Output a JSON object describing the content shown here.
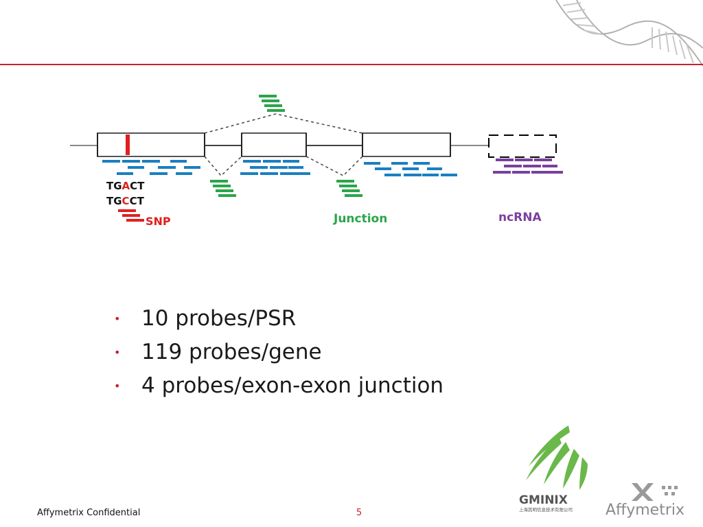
{
  "diagram": {
    "snp": {
      "seq1": {
        "pre": "TG",
        "base": "A",
        "post": "CT"
      },
      "seq2": {
        "pre": "TG",
        "base": "C",
        "post": "CT"
      },
      "label": "SNP"
    },
    "junction_label": "Junction",
    "ncrna_label": "ncRNA"
  },
  "bullets": [
    "10 probes/PSR",
    "119 probes/gene",
    "4 probes/exon-exon junction"
  ],
  "footer": {
    "confidential": "Affymetrix Confidential",
    "page_number": "5"
  },
  "logos": {
    "gminix_name": "GMINIX",
    "gminix_subtitle": "上海其明信息技术有限公司",
    "affymetrix_name": "Affymetrix"
  },
  "colors": {
    "accent_red": "#c8202f",
    "probe_blue": "#1a7fc1",
    "probe_green": "#2aa54a",
    "probe_purple": "#7b3f9e",
    "snp_red": "#e02020"
  }
}
